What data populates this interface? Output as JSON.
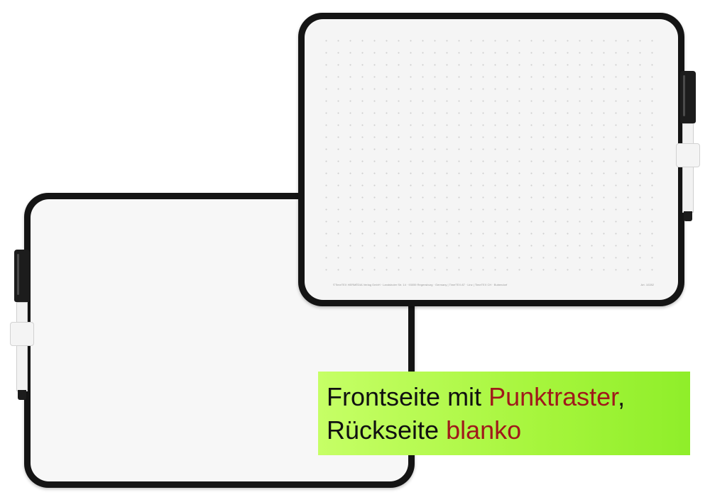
{
  "boards": {
    "front": {
      "imprint": "©TimeTEX HERMÈDIA Verlag GmbH · Landshuter Str. 14 · 93059 Regensburg · Germany | TimeTEX AT · Linz | TimeTEX CH · Bubendorf",
      "article": "Art. 10282"
    }
  },
  "caption": {
    "line1_prefix": "Frontseite mit ",
    "line1_highlight": "Punktraster",
    "line1_suffix": ",",
    "line2_prefix": "Rückseite ",
    "line2_highlight": "blanko"
  },
  "colors": {
    "caption_background": "#b4f84c",
    "highlight_text": "#a0191b",
    "frame": "#141414"
  }
}
